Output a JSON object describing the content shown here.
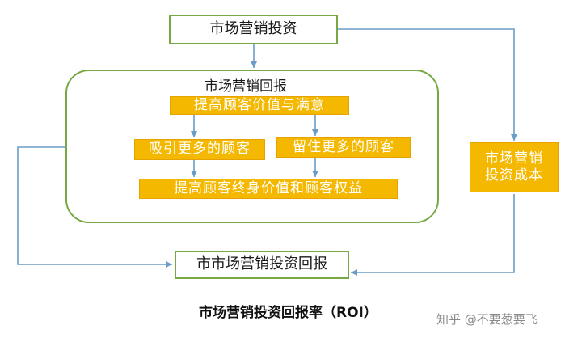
{
  "top_box": "市场营销投资",
  "return_group_title": "市场营销回报",
  "value_box": "提高顾客价值与满意",
  "attract_box": "吸引更多的顾客",
  "retain_box": "留住更多的顾客",
  "lifetime_box": "提高顾客终身价值和顾客权益",
  "cost_box": "市场营销投资成本",
  "roi_box": "市市场营销投资回报",
  "caption": "市场营销投资回报率（ROI）",
  "watermark": "知乎 @不要葱要飞",
  "colors": {
    "green_border": "#77a843",
    "yellow_fill": "#f5b800",
    "arrow_blue": "#6a9cc6"
  }
}
